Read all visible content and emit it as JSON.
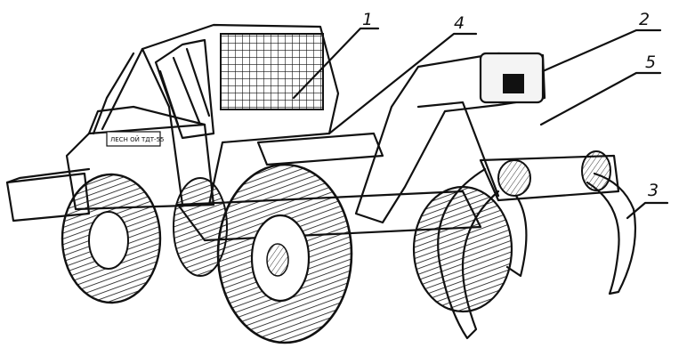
{
  "figure": {
    "plate_text": "ЛЕСН ОЙ ТДТ-55",
    "callouts": [
      {
        "id": "1",
        "label": "1"
      },
      {
        "id": "2",
        "label": "2"
      },
      {
        "id": "3",
        "label": "3"
      },
      {
        "id": "4",
        "label": "4"
      },
      {
        "id": "5",
        "label": "5"
      }
    ]
  },
  "colors": {
    "ink": "#111111",
    "paper": "#ffffff"
  }
}
